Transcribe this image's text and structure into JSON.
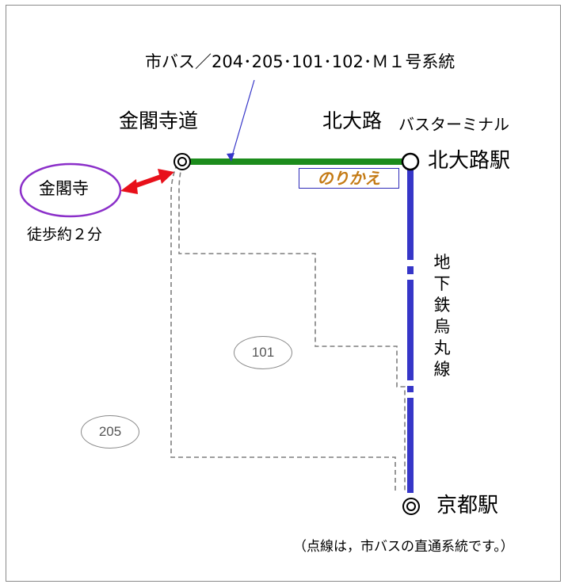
{
  "bus_line_label": "市バス／204･205･101･102･Ｍ１号系統",
  "stops": {
    "kinkakuji_michi": "金閣寺道",
    "kitaoji_bus_terminal_main": "北大路",
    "kitaoji_bus_terminal_sub": "バスターミナル",
    "kitaoji_station": "北大路駅",
    "kyoto_station": "京都駅"
  },
  "destination": {
    "name": "金閣寺",
    "walk_time": "徒歩約２分"
  },
  "transfer_label": "のりかえ",
  "subway_line": [
    "地",
    "下",
    "鉄",
    "烏",
    "丸",
    "線"
  ],
  "route_badges": {
    "route_101": "101",
    "route_205": "205"
  },
  "legend_note": "（点線は，市バスの直通系統です。）",
  "colors": {
    "bus_line": "#1c8c1c",
    "subway_line": "#3636c8",
    "destination_ellipse": "#8b2fc9",
    "walk_arrow": "#e8101a",
    "transfer_text": "#c47a14",
    "dashed_route": "#7f7f7f"
  },
  "icons": {
    "bus_stop_marker": "double-circle-icon",
    "station_marker": "circle-icon",
    "walk_marker": "double-headed-arrow-icon"
  }
}
